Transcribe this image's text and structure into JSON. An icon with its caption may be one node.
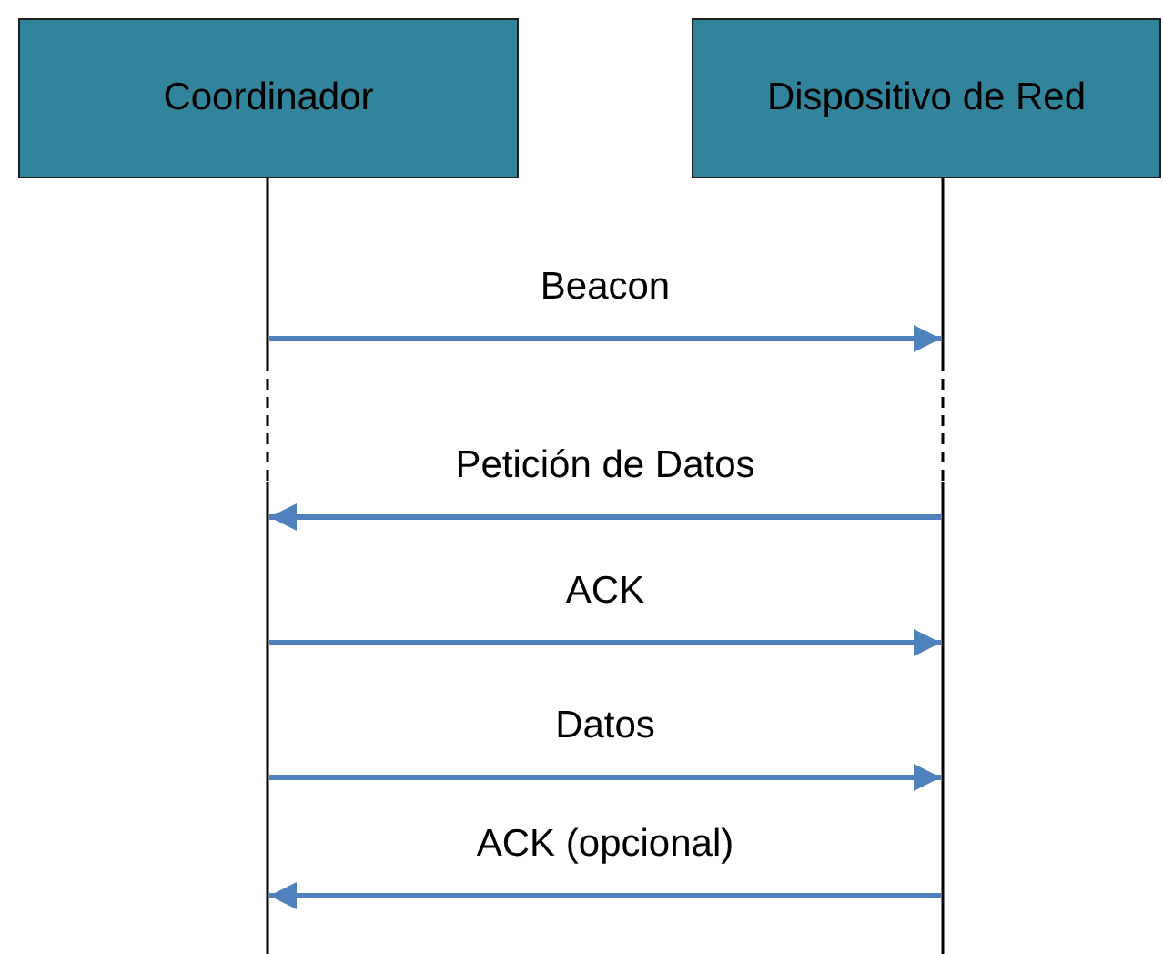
{
  "diagram": {
    "nodes": [
      {
        "text": [
          "Coordinador"
        ]
      },
      {
        "text": [
          "Dispositivo de Red"
        ]
      },
      {
        "text": [],
        "shape": "line"
      },
      {
        "text": [],
        "shape": "line"
      }
    ],
    "edges": [
      {
        "from": 2,
        "to": 3,
        "arrow": "to",
        "label": "Beacon"
      },
      {
        "from": 3,
        "to": 2,
        "arrow": "to",
        "label": "Petición de Datos"
      },
      {
        "from": 2,
        "to": 3,
        "arrow": "to",
        "label": "ACK"
      },
      {
        "from": 2,
        "to": 3,
        "arrow": "to",
        "label": "Datos"
      },
      {
        "from": 3,
        "to": 2,
        "arrow": "to",
        "label": "ACK (opcional)"
      }
    ]
  }
}
